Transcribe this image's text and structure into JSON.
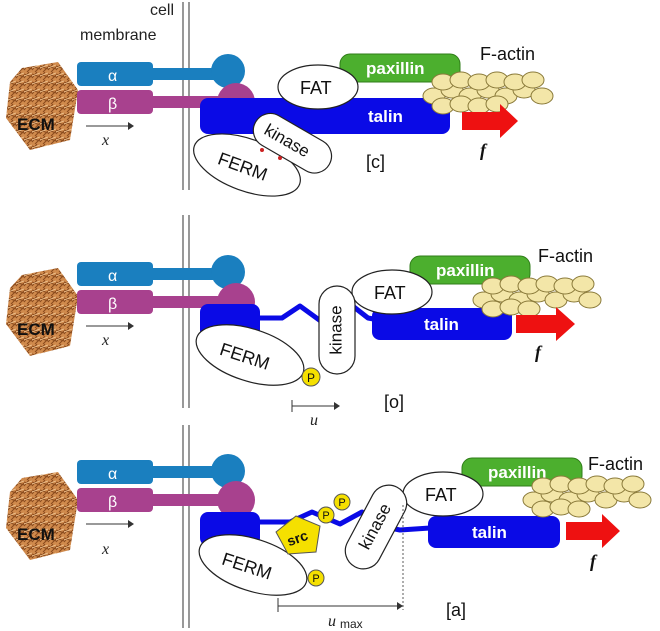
{
  "membrane_label_line1": "cell",
  "membrane_label_line2": "membrane",
  "panels": [
    {
      "state": "[c]",
      "ecm": "ECM",
      "alpha": "α",
      "beta": "β",
      "x_label": "x",
      "fat": "FAT",
      "paxillin": "paxillin",
      "talin": "talin",
      "kinase": "kinase",
      "ferm": "FERM",
      "factin": "F-actin",
      "force": "f"
    },
    {
      "state": "[o]",
      "ecm": "ECM",
      "alpha": "α",
      "beta": "β",
      "x_label": "x",
      "fat": "FAT",
      "paxillin": "paxillin",
      "talin": "talin",
      "kinase": "kinase",
      "ferm": "FERM",
      "factin": "F-actin",
      "force": "f",
      "phospho": "P",
      "u_label": "u"
    },
    {
      "state": "[a]",
      "ecm": "ECM",
      "alpha": "α",
      "beta": "β",
      "x_label": "x",
      "fat": "FAT",
      "paxillin": "paxillin",
      "talin": "talin",
      "kinase": "kinase",
      "ferm": "FERM",
      "src": "src",
      "factin": "F-actin",
      "force": "f",
      "phospho": "P",
      "umax_label": "u",
      "umax_sub": "max"
    }
  ],
  "colors": {
    "alpha": "#1a7fbf",
    "beta": "#a8418e",
    "talin": "#0a0ae6",
    "paxillin": "#4caf2e",
    "actin": "#f3e6a8",
    "force": "#ee1111",
    "phospho": "#f5e000",
    "src": "#f5e000",
    "ecm": "#c9844a"
  }
}
